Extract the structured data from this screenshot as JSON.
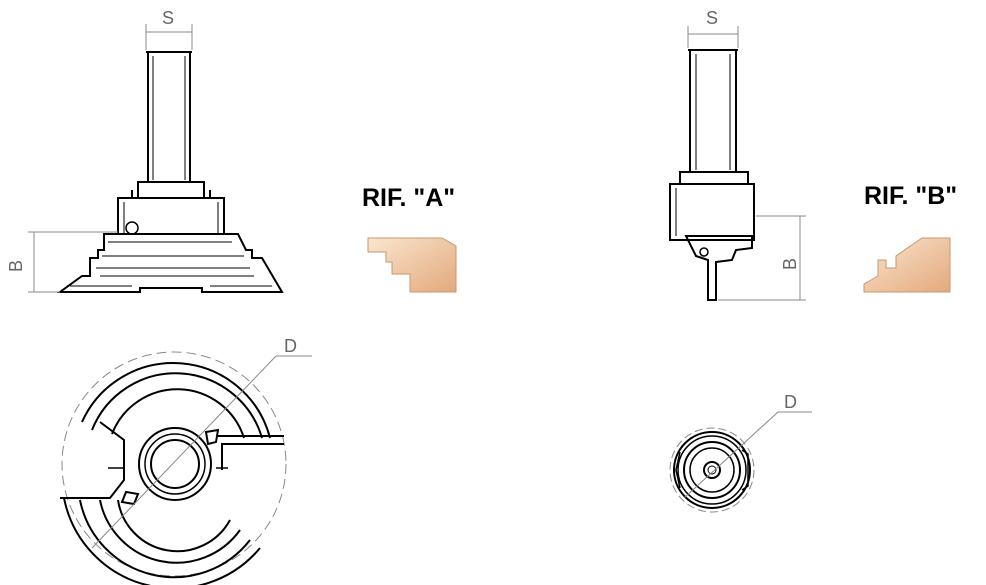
{
  "cutter_a": {
    "reference": "RIF. \"A\"",
    "shank_label": "S",
    "height_label": "B",
    "diameter_label": "D"
  },
  "cutter_b": {
    "reference": "RIF. \"B\"",
    "shank_label": "S",
    "height_label": "B",
    "diameter_label": "D"
  },
  "colors": {
    "line": "#000000",
    "dimension": "#888888",
    "wood_light": "#f7dcc0",
    "wood_dark": "#e5b288"
  }
}
